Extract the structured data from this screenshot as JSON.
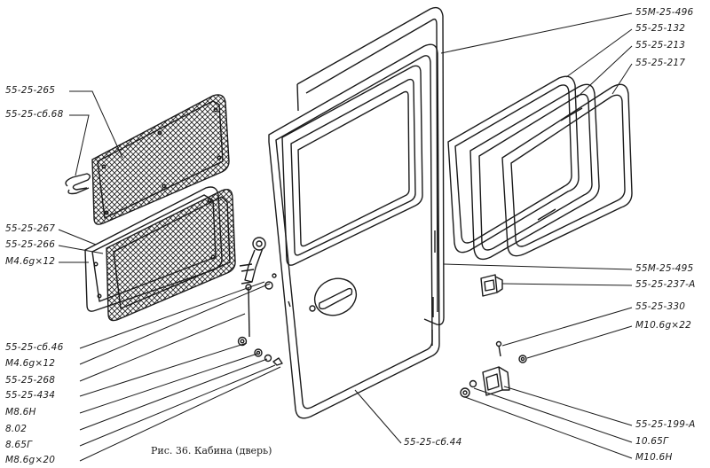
{
  "labels": {
    "l_55m_25_496": "55М-25-496",
    "l_55_25_132": "55-25-132",
    "l_55_25_213": "55-25-213",
    "l_55_25_217": "55-25-217",
    "l_55_25_265": "55-25-265",
    "l_55_25_sb68": "55-25-сб.68",
    "l_55_25_267": "55-25-267",
    "l_55_25_266": "55-25-266",
    "l_m4_6g_12_top": "М4.6g×12",
    "l_55m_25_495": "55М-25-495",
    "l_55_25_237a": "55-25-237-А",
    "l_55_25_330": "55-25-330",
    "l_m10_6g_22": "М10.6g×22",
    "l_55_25_sb46": "55-25-сб.46",
    "l_m4_6g_12_bot": "М4.6g×12",
    "l_55_25_268": "55-25-268",
    "l_55_25_434": "55-25-434",
    "l_m8_6h": "М8.6Н",
    "l_8_02": "8.02",
    "l_8_65g": "8.65Г",
    "l_m8_6g_20": "М8.6g×20",
    "l_55_25_sb44": "55-25-сб.44",
    "l_55_25_199a": "55-25-199-А",
    "l_10_65g": "10.65Г",
    "l_m10_6h": "М10.6Н"
  },
  "caption": "Рис. 36. Кабина (дверь)"
}
